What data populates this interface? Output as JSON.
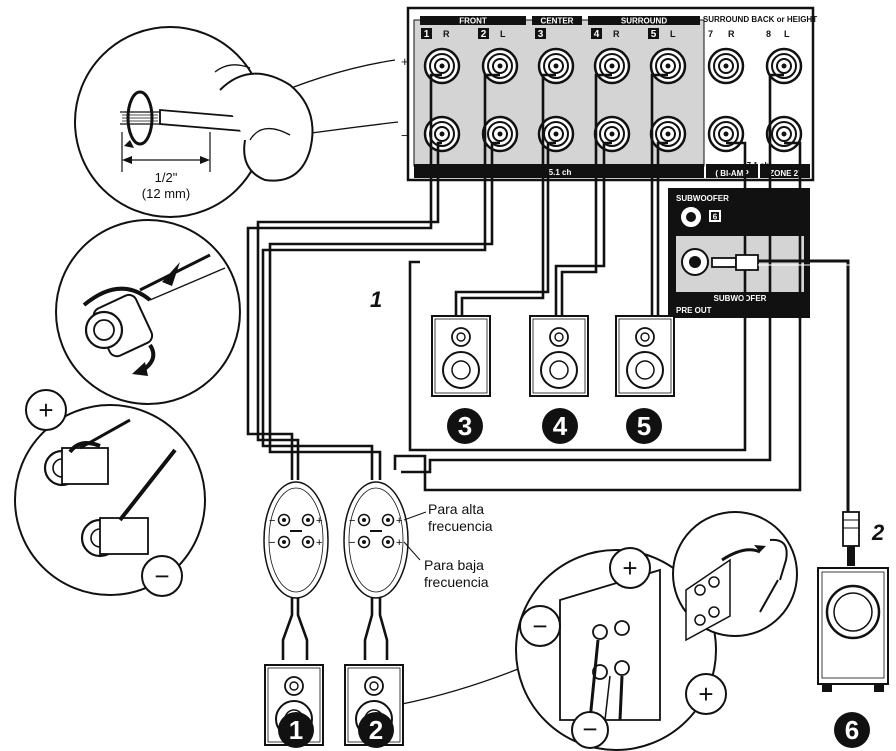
{
  "panel": {
    "groups": {
      "front": "FRONT",
      "center": "CENTER",
      "surround": "SURROUND",
      "surround_back": "SURROUND BACK or HEIGHT"
    },
    "terminals": [
      {
        "num": "1",
        "ch": "R"
      },
      {
        "num": "2",
        "ch": "L"
      },
      {
        "num": "3",
        "ch": ""
      },
      {
        "num": "4",
        "ch": "R"
      },
      {
        "num": "5",
        "ch": "L"
      },
      {
        "num": "7",
        "ch": "R"
      },
      {
        "num": "8",
        "ch": "L"
      }
    ],
    "plus_sign": "+",
    "minus_sign": "−",
    "footer_51": "5.1 ch",
    "footer_7": "7.1 ch",
    "bi_amp": "( BI-AMP",
    "zone2": "ZONE 2)",
    "subwoofer_title": "SUBWOOFER",
    "subwoofer_num": "6",
    "subwoofer_label": "SUBWOOFER",
    "pre_out": "PRE OUT"
  },
  "wire_strip": {
    "length_in": "1/2\"",
    "length_mm": "(12 mm)"
  },
  "steps": {
    "step1": "1",
    "step2": "2"
  },
  "speakers": {
    "badges": [
      "1",
      "2",
      "3",
      "4",
      "5",
      "6"
    ]
  },
  "biamp": {
    "high_freq": "Para alta\nfrecuencia",
    "high_line1": "Para alta",
    "high_line2": "frecuencia",
    "low_line1": "Para baja",
    "low_line2": "frecuencia"
  },
  "signs": {
    "plus": "+",
    "minus": "−"
  },
  "colors": {
    "ink": "#111111",
    "panel_gray": "#d4d4d4",
    "white": "#ffffff"
  }
}
